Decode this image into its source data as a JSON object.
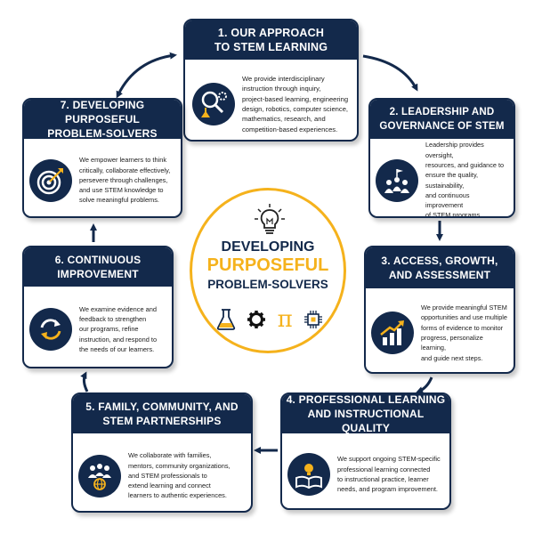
{
  "colors": {
    "navy": "#13294b",
    "gold": "#f5b21c",
    "background": "#ffffff"
  },
  "center": {
    "line1": "DEVELOPING",
    "line2": "PURPOSEFUL",
    "line3": "PROBLEM-SOLVERS",
    "icons": [
      "lightbulb-icon",
      "flask-icon",
      "gear-icon",
      "pi-icon",
      "microchip-icon"
    ],
    "pi_symbol": "π"
  },
  "cards": [
    {
      "title1": "1. OUR APPROACH",
      "title2": "TO STEM LEARNING",
      "icon": "magnifier-gear-flask-icon",
      "text": [
        "We provide interdisciplinary",
        "instruction through inquiry,",
        "project-based learning, engineering",
        "design, robotics, computer science,",
        "mathematics, research, and",
        "competition-based experiences."
      ]
    },
    {
      "title1": "2. LEADERSHIP AND",
      "title2": "GOVERNANCE OF STEM",
      "icon": "leadership-group-icon",
      "text": [
        "Leadership provides oversight,",
        "resources, and guidance to",
        "ensure the quality, sustainability,",
        "and continuous improvement",
        "of STEM programs."
      ]
    },
    {
      "title1": "3. ACCESS, GROWTH,",
      "title2": "AND ASSESSMENT",
      "icon": "growth-chart-icon",
      "text": [
        "We provide meaningful STEM",
        "opportunities and use multiple",
        "forms of evidence to monitor",
        "progress, personalize learning,",
        "and guide next steps."
      ]
    },
    {
      "title1": "4. PROFESSIONAL LEARNING",
      "title2": "AND INSTRUCTIONAL QUALITY",
      "icon": "book-lightbulb-icon",
      "text": [
        "We support ongoing STEM-specific",
        "professional learning connected",
        "to instructional practice, learner",
        "needs, and program improvement."
      ]
    },
    {
      "title1": "5. FAMILY, COMMUNITY, AND",
      "title2": "STEM PARTNERSHIPS",
      "icon": "community-globe-icon",
      "text": [
        "We collaborate with families,",
        "mentors, community organizations,",
        "and STEM professionals to",
        "extend learning and connect",
        "learners to authentic experiences."
      ]
    },
    {
      "title1": "6. CONTINUOUS",
      "title2": "IMPROVEMENT",
      "icon": "cycle-arrows-icon",
      "text": [
        "We examine evidence and",
        "feedback to strengthen",
        "our programs, refine",
        "instruction, and respond to",
        "the needs of our learners."
      ]
    },
    {
      "title1": "7. DEVELOPING PURPOSEFUL",
      "title2": "PROBLEM-SOLVERS",
      "icon": "target-icon",
      "text": [
        "We empower learners to think",
        "critically, collaborate effectively,",
        "persevere through challenges,",
        "and use STEM knowledge to",
        "solve meaningful problems."
      ]
    }
  ]
}
